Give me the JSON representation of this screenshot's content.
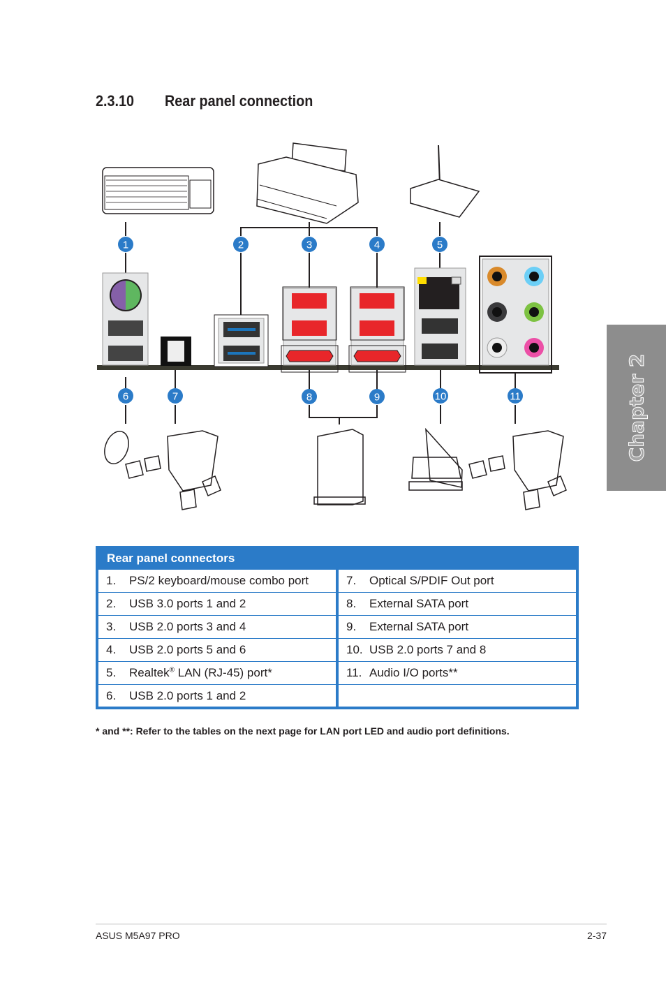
{
  "heading": {
    "number": "2.3.10",
    "title": "Rear panel connection"
  },
  "callouts": [
    "1",
    "2",
    "3",
    "4",
    "5",
    "6",
    "7",
    "8",
    "9",
    "10",
    "11"
  ],
  "colors": {
    "accent": "#2b7bc8",
    "callout": "#2b7bc8",
    "usb2_red": "#e8262a",
    "usb3_blue": "#1c75bc",
    "chapter_tab": "#8d8d8d"
  },
  "table": {
    "title": "Rear panel connectors",
    "left": [
      {
        "num": "1.",
        "label": "PS/2 keyboard/mouse combo port"
      },
      {
        "num": "2.",
        "label": "USB 3.0 ports 1 and 2"
      },
      {
        "num": "3.",
        "label": "USB 2.0 ports 3 and 4"
      },
      {
        "num": "4.",
        "label": "USB 2.0 ports 5 and 6"
      },
      {
        "num": "5.",
        "label_pre": "Realtek",
        "sup": "®",
        "label_post": " LAN (RJ-45) port*"
      },
      {
        "num": "6.",
        "label": "USB 2.0 ports 1 and 2"
      }
    ],
    "right": [
      {
        "num": "7.",
        "label": "Optical S/PDIF Out port"
      },
      {
        "num": "8.",
        "label": "External SATA port"
      },
      {
        "num": "9.",
        "label": "External SATA port"
      },
      {
        "num": "10.",
        "label": "USB 2.0 ports 7 and 8"
      },
      {
        "num": "11.",
        "label": "Audio I/O ports**"
      }
    ]
  },
  "note": "* and **: Refer to the tables on the next page for LAN port LED and audio port definitions.",
  "chapter_tab": "Chapter 2",
  "footer": {
    "left": "ASUS M5A97 PRO",
    "right": "2-37"
  }
}
